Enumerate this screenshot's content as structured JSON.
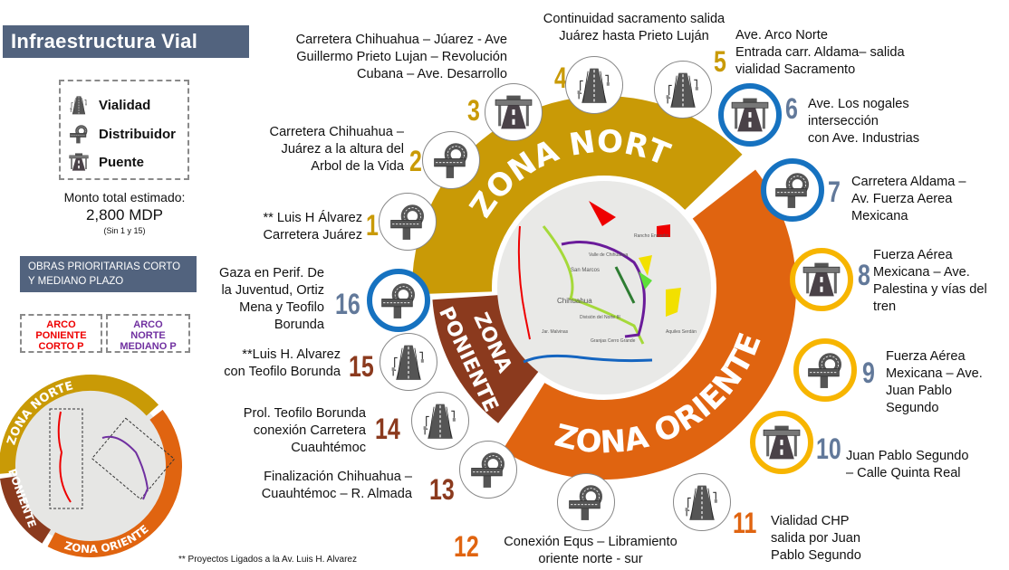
{
  "title": "Infraestructura Vial",
  "legend": {
    "vialidad": "Vialidad",
    "distribuidor": "Distribuidor",
    "puente": "Puente"
  },
  "monto": {
    "label": "Monto total estimado:",
    "value": "2,800 MDP",
    "note": "(Sin 1 y 15)"
  },
  "obras": "OBRAS PRIORITARIAS CORTO Y MEDIANO PLAZO",
  "arco_poniente": "ARCO\nPONIENTE\nCORTO P",
  "arco_norte": "ARCO\nNORTE\nMEDIANO P",
  "footnote": "** Proyectos Ligados a la Av. Luis H. Alvarez",
  "zones": {
    "norte": "ZONA NORTE",
    "oriente": "ZONA ORIENTE",
    "zona": "ZONA",
    "poniente": "PONIENTE"
  },
  "map_labels": [
    "Valle de Chihuahua",
    "Rancho Enmedio",
    "San Marcos",
    "Chihuahua",
    "División del Norte III",
    "Granjas Cerro Grande",
    "Aquiles Serdán",
    "Jar. Malvinas"
  ],
  "colors": {
    "norte": "#c99a06",
    "oriente": "#e06410",
    "poniente": "#8b3a1e",
    "header": "#52637e",
    "ring_blue": "#1672c0",
    "ring_yellow": "#f7b500"
  },
  "items": [
    {
      "n": "1",
      "type": "distribuidor",
      "text": "** Luis H Álvarez\nCarretera Juárez"
    },
    {
      "n": "2",
      "type": "distribuidor",
      "text": "Carretera Chihuahua –\nJuárez a la altura del\nArbol de la Vida"
    },
    {
      "n": "3",
      "type": "puente",
      "text": "Carretera Chihuahua – Júarez - Ave\nGuillermo Prieto Lujan – Revolución\nCubana – Ave. Desarrollo"
    },
    {
      "n": "4",
      "type": "vialidad",
      "text": "Continuidad sacramento salida\nJuárez hasta Prieto Luján"
    },
    {
      "n": "5",
      "type": "vialidad",
      "text": "Ave. Arco Norte\nEntrada carr. Aldama– salida\nvialidad Sacramento"
    },
    {
      "n": "6",
      "type": "puente",
      "text": "Ave. Los nogales\nintersección\ncon Ave. Industrias"
    },
    {
      "n": "7",
      "type": "distribuidor",
      "text": "Carretera Aldama –\nAv. Fuerza Aerea\nMexicana"
    },
    {
      "n": "8",
      "type": "puente",
      "text": "Fuerza Aérea\nMexicana – Ave.\nPalestina y vías del\ntren"
    },
    {
      "n": "9",
      "type": "distribuidor",
      "text": "Fuerza Aérea\nMexicana – Ave.\nJuan Pablo\nSegundo"
    },
    {
      "n": "10",
      "type": "puente",
      "text": "Juan Pablo Segundo\n– Calle Quinta Real"
    },
    {
      "n": "11",
      "type": "vialidad",
      "text": "Vialidad CHP\nsalida por Juan\nPablo Segundo"
    },
    {
      "n": "12",
      "type": "distribuidor",
      "text": "Conexión Equs – Libramiento\noriente norte - sur"
    },
    {
      "n": "13",
      "type": "distribuidor",
      "text": "Finalización Chihuahua –\nCuauhtémoc – R. Almada"
    },
    {
      "n": "14",
      "type": "vialidad",
      "text": "Prol. Teofilo Borunda\nconexión Carretera\nCuauhtémoc"
    },
    {
      "n": "15",
      "type": "vialidad",
      "text": "**Luis H. Alvarez\ncon Teofilo Borunda"
    },
    {
      "n": "16",
      "type": "distribuidor",
      "text": "Gaza en Perif. De\nla Juventud, Ortiz\nMena y Teofilo\nBorunda"
    }
  ]
}
